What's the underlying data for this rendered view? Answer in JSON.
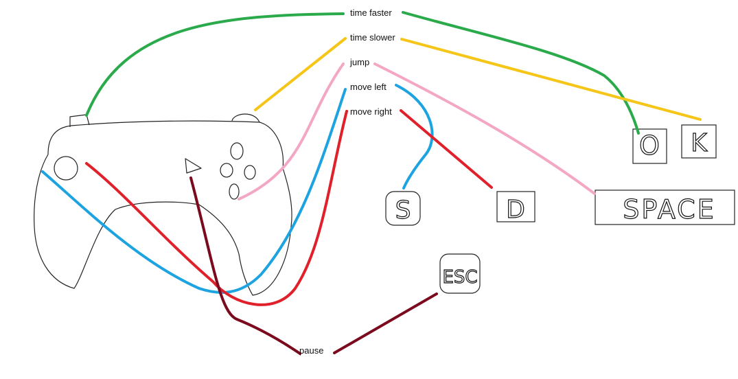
{
  "actions": [
    {
      "id": "time_faster",
      "label": "time faster",
      "color": "#2aaa4a"
    },
    {
      "id": "time_slower",
      "label": "time slower",
      "color": "#f5c518"
    },
    {
      "id": "jump",
      "label": "jump",
      "color": "#f4a7c4"
    },
    {
      "id": "move_left",
      "label": "move left",
      "color": "#1ca3e0"
    },
    {
      "id": "move_right",
      "label": "move right",
      "color": "#e0202a"
    },
    {
      "id": "pause",
      "label": "pause",
      "color": "#7b0a1e"
    }
  ],
  "keys": {
    "time_faster": "O",
    "time_slower": "K",
    "jump": "SPACE",
    "move_left": "S",
    "move_right": "D",
    "pause": "ESC"
  },
  "controller": {
    "time_faster": "left bumper",
    "time_slower": "right bumper",
    "jump": "bottom face button",
    "move_left": "left stick",
    "move_right": "left stick",
    "pause": "start button"
  }
}
